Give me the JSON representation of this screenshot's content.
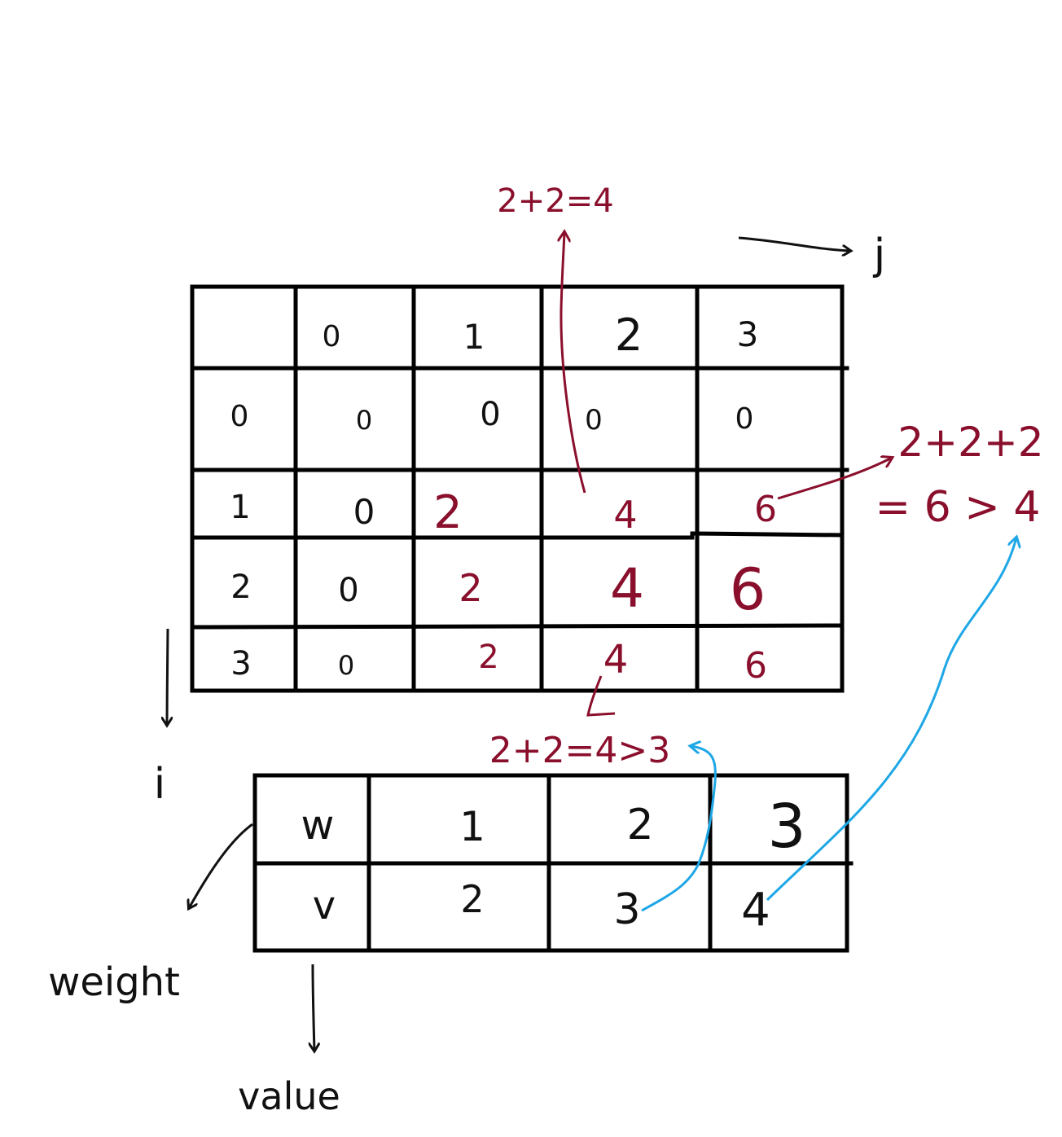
{
  "dp_table": {
    "header_row": [
      "",
      "0",
      "1",
      "2",
      "3"
    ],
    "rows": [
      {
        "row_label": "0",
        "cells": [
          "0",
          "0",
          "0",
          "0"
        ]
      },
      {
        "row_label": "1",
        "cells": [
          "0",
          "2",
          "4",
          "6"
        ]
      },
      {
        "row_label": "2",
        "cells": [
          "0",
          "2",
          "4",
          "6"
        ]
      },
      {
        "row_label": "3",
        "cells": [
          "0",
          "2",
          "4",
          "6"
        ]
      }
    ]
  },
  "axes": {
    "column_axis_label": "j",
    "row_axis_label": "i"
  },
  "items_table": {
    "weight_row": [
      "w",
      "1",
      "2",
      "3"
    ],
    "value_row": [
      "v",
      "2",
      "3",
      "4"
    ]
  },
  "side_labels": {
    "weight": "weight",
    "value": "value"
  },
  "annotations": {
    "top": "2+2=4",
    "right_line1": "2+2+2",
    "right_line2": "= 6 > 4",
    "bottom": "2+2=4>3"
  },
  "colors": {
    "ink": "#111111",
    "annotation": "#8a0f2c",
    "highlight": "#1ea7e6"
  }
}
